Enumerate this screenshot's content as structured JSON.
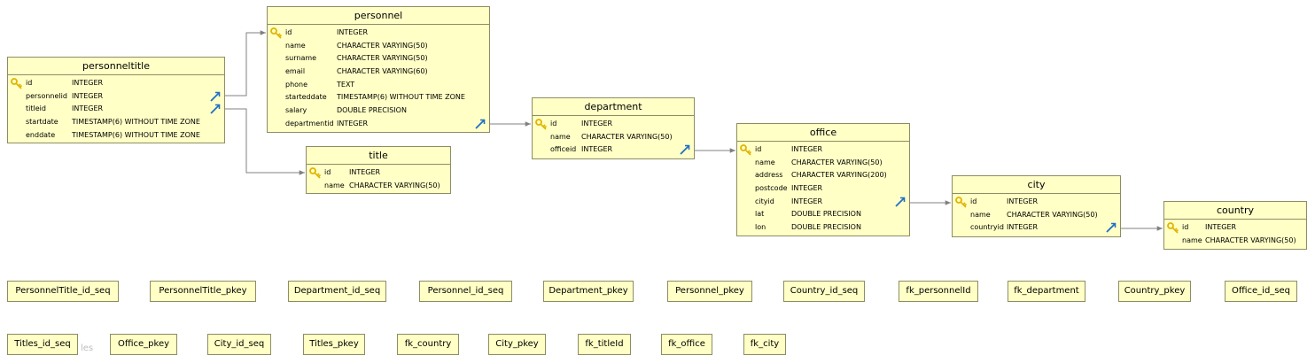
{
  "tables": {
    "personnel": {
      "title": "personnel",
      "columns": [
        {
          "name": "id",
          "type": "INTEGER",
          "pk": true
        },
        {
          "name": "name",
          "type": "CHARACTER VARYING(50)"
        },
        {
          "name": "surname",
          "type": "CHARACTER VARYING(50)"
        },
        {
          "name": "email",
          "type": "CHARACTER VARYING(60)"
        },
        {
          "name": "phone",
          "type": "TEXT"
        },
        {
          "name": "starteddate",
          "type": "TIMESTAMP(6) WITHOUT TIME ZONE"
        },
        {
          "name": "salary",
          "type": "DOUBLE PRECISION"
        },
        {
          "name": "departmentid",
          "type": "INTEGER"
        }
      ]
    },
    "personneltitle": {
      "title": "personneltitle",
      "columns": [
        {
          "name": "id",
          "type": "INTEGER",
          "pk": true
        },
        {
          "name": "personnelid",
          "type": "INTEGER"
        },
        {
          "name": "titleid",
          "type": "INTEGER"
        },
        {
          "name": "startdate",
          "type": "TIMESTAMP(6) WITHOUT TIME ZONE"
        },
        {
          "name": "enddate",
          "type": "TIMESTAMP(6) WITHOUT TIME ZONE"
        }
      ]
    },
    "title": {
      "title": "title",
      "columns": [
        {
          "name": "id",
          "type": "INTEGER",
          "pk": true
        },
        {
          "name": "name",
          "type": "CHARACTER VARYING(50)"
        }
      ]
    },
    "department": {
      "title": "department",
      "columns": [
        {
          "name": "id",
          "type": "INTEGER",
          "pk": true
        },
        {
          "name": "name",
          "type": "CHARACTER VARYING(50)"
        },
        {
          "name": "officeid",
          "type": "INTEGER"
        }
      ]
    },
    "office": {
      "title": "office",
      "columns": [
        {
          "name": "id",
          "type": "INTEGER",
          "pk": true
        },
        {
          "name": "name",
          "type": "CHARACTER VARYING(50)"
        },
        {
          "name": "address",
          "type": "CHARACTER VARYING(200)"
        },
        {
          "name": "postcode",
          "type": "INTEGER"
        },
        {
          "name": "cityid",
          "type": "INTEGER"
        },
        {
          "name": "lat",
          "type": "DOUBLE PRECISION"
        },
        {
          "name": "lon",
          "type": "DOUBLE PRECISION"
        }
      ]
    },
    "city": {
      "title": "city",
      "columns": [
        {
          "name": "id",
          "type": "INTEGER",
          "pk": true
        },
        {
          "name": "name",
          "type": "CHARACTER VARYING(50)"
        },
        {
          "name": "countryid",
          "type": "INTEGER"
        }
      ]
    },
    "country": {
      "title": "country",
      "columns": [
        {
          "name": "id",
          "type": "INTEGER",
          "pk": true
        },
        {
          "name": "name",
          "type": "CHARACTER VARYING(50)"
        }
      ]
    }
  },
  "objects": [
    "PersonnelTitle_id_seq",
    "PersonnelTitle_pkey",
    "Department_id_seq",
    "Personnel_id_seq",
    "Department_pkey",
    "Personnel_pkey",
    "Country_id_seq",
    "fk_personnelId",
    "fk_department",
    "Country_pkey",
    "Office_id_seq",
    "Titles_id_seq",
    "Office_pkey",
    "City_id_seq",
    "Titles_pkey",
    "fk_country",
    "City_pkey",
    "fk_titleId",
    "fk_office",
    "fk_city"
  ],
  "ghost_text": "les",
  "colors": {
    "table_fill": "#ffffc6",
    "border": "#8d8d63",
    "connector": "#808080",
    "key_icon": "#e0b400",
    "fk_icon": "#1f6fc4"
  }
}
